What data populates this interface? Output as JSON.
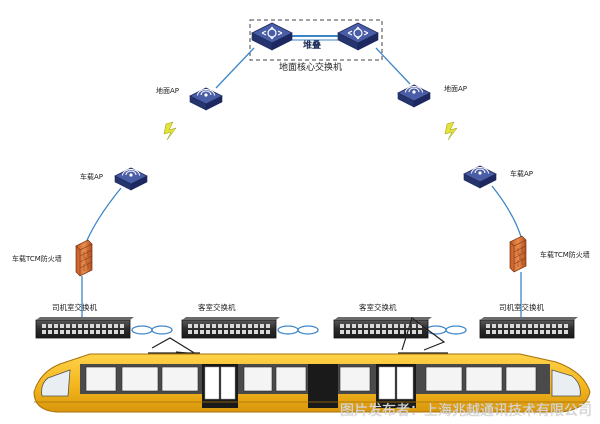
{
  "core": {
    "group_label": "地面核心交换机",
    "stack_label": "堆叠"
  },
  "ground_ap": {
    "left": "地面AP",
    "right": "地面AP"
  },
  "vehicle_ap": {
    "left": "车载AP",
    "right": "车载AP"
  },
  "firewall": {
    "left": "车载TCM防火墙",
    "right": "车载TCM防火墙"
  },
  "switches": [
    {
      "id": "cab-left",
      "label": "司机室交换机"
    },
    {
      "id": "passenger-left",
      "label": "客室交换机"
    },
    {
      "id": "passenger-right",
      "label": "客室交换机"
    },
    {
      "id": "cab-right",
      "label": "司机室交换机"
    }
  ],
  "watermark": "图片发布者：上海兆越通讯技术有限公司",
  "colors": {
    "device_navy": "#2b3a7a",
    "device_top": "#4a5ea8",
    "link_blue": "#3f86c8",
    "train_yellow": "#f3b61e",
    "firewall_orange": "#d9783a",
    "wireless_bolt": "#d8d838"
  }
}
